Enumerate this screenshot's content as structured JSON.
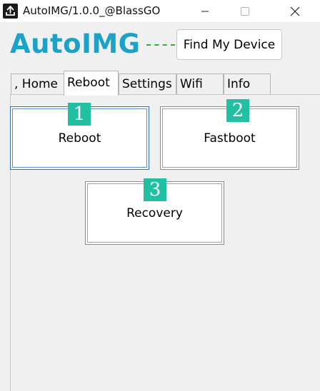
{
  "window": {
    "title": "AutoIMG/1.0.0_@BlassGO"
  },
  "header": {
    "brand": "AutoIMG",
    "find_device_label": "Find My Device",
    "brand_color": "#1aa3c6",
    "dash_color": "#2fae2f"
  },
  "tabs": [
    {
      "label": ", Home"
    },
    {
      "label": "Reboot",
      "active": true
    },
    {
      "label": "Settings"
    },
    {
      "label": "Wifi"
    },
    {
      "label": "Info"
    }
  ],
  "actions": [
    {
      "label": "Reboot",
      "badge": "1"
    },
    {
      "label": "Fastboot",
      "badge": "2"
    },
    {
      "label": "Recovery",
      "badge": "3"
    }
  ],
  "colors": {
    "badge": "#21c0a3",
    "focus_border": "#2a6eb5"
  },
  "icons": {
    "app": "upload-arrow-icon",
    "minimize": "minimize-icon",
    "maximize": "maximize-icon",
    "close": "close-icon"
  }
}
